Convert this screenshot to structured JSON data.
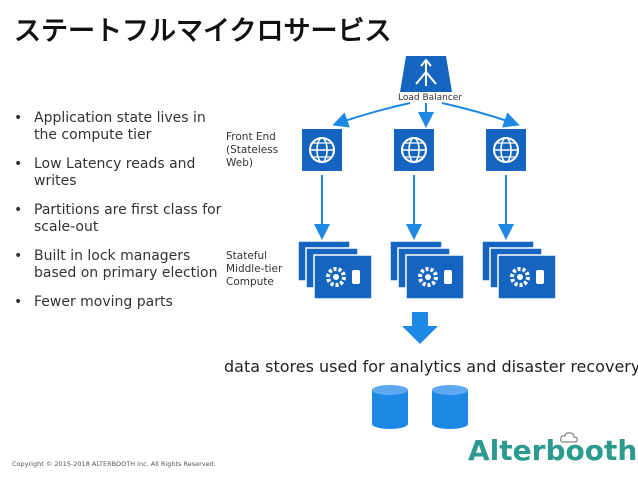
{
  "title": "ステートフルマイクロサービス",
  "bullets": [
    "Application state lives in the compute tier",
    "Low Latency reads and writes",
    "Partitions are first class for scale-out",
    "Built in lock managers based on primary election",
    "Fewer moving parts"
  ],
  "diagram": {
    "load_balancer_label": "Load Balancer",
    "front_end_label": [
      "Front End",
      "(Stateless",
      "Web)"
    ],
    "middle_tier_label": [
      "Stateful",
      "Middle-tier",
      "Compute"
    ],
    "data_stores_label": "data stores used for analytics and disaster recovery",
    "icons": [
      "load-balancer-icon",
      "globe-icon",
      "gear-icon",
      "database-icon"
    ],
    "colors": {
      "tile_blue": "#1565c0",
      "arrow_blue": "#1e88e5",
      "logo_teal": "#2c9a8e"
    }
  },
  "footer": {
    "copyright": "Copyright © 2015-2018 ALTERBOOTH inc. All Rights Reserved.",
    "logo_text": "Alterbooth"
  }
}
